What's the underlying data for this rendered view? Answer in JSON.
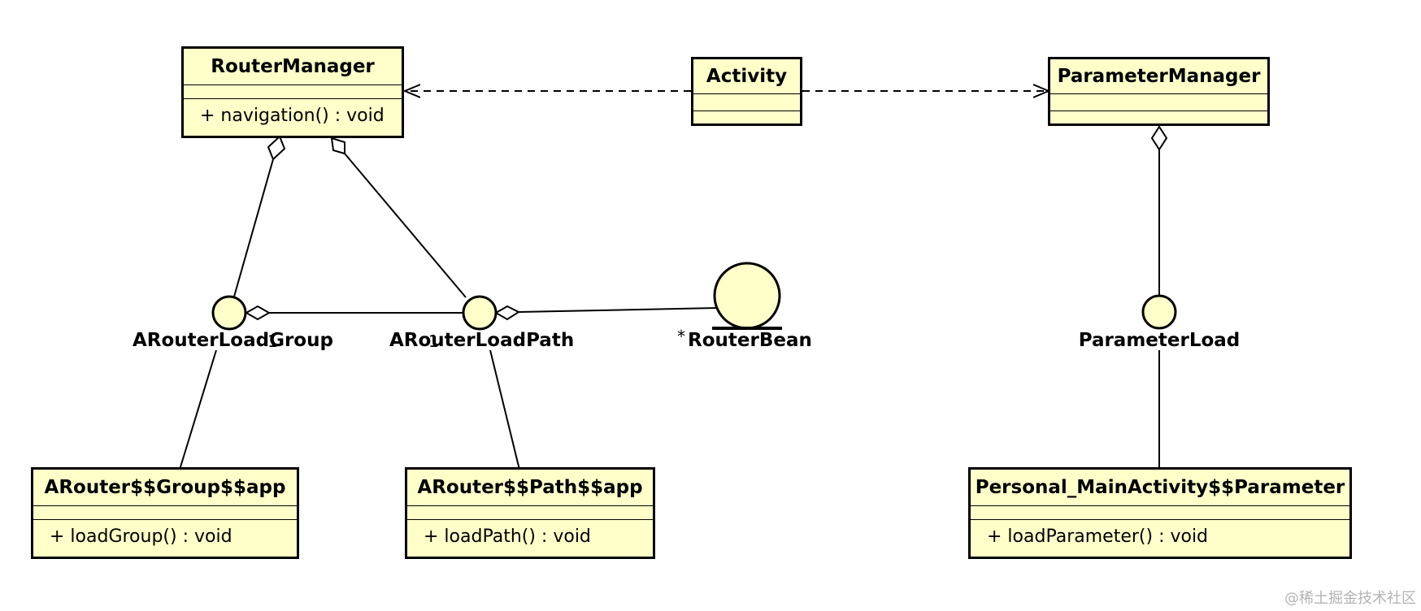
{
  "classes": {
    "router_manager": {
      "name": "RouterManager",
      "operation": "+ navigation() : void"
    },
    "activity": {
      "name": "Activity"
    },
    "parameter_manager": {
      "name": "ParameterManager"
    },
    "group_app": {
      "name": "ARouter$$Group$$app",
      "operation": "+ loadGroup() : void"
    },
    "path_app": {
      "name": "ARouter$$Path$$app",
      "operation": "+ loadPath() : void"
    },
    "personal_param": {
      "name": "Personal_MainActivity$$Parameter",
      "operation": "+ loadParameter() : void"
    }
  },
  "interfaces": {
    "load_group": "ARouterLoadGroup",
    "load_path": "ARouterLoadPath",
    "parameter_load": "ParameterLoad"
  },
  "entity": {
    "name": "RouterBean"
  },
  "multiplicities": {
    "group_path": "1",
    "path_group": "1",
    "path_bean": "*"
  },
  "colors": {
    "fill": "#ffffc9",
    "stroke": "#000000",
    "watermark": "#b3b3b3"
  },
  "watermark": "@稀土掘金技术社区"
}
